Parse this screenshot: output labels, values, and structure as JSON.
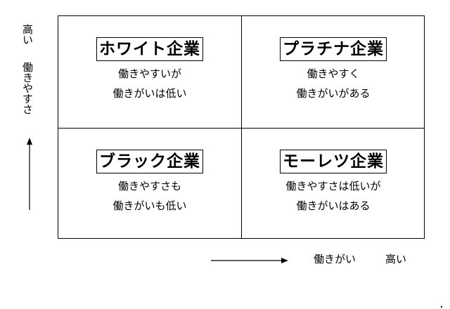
{
  "quadrants": {
    "top_left": {
      "title": "ホワイト企業",
      "line1": "働きやすいが",
      "line2": "働きがいは低い"
    },
    "top_right": {
      "title": "プラチナ企業",
      "line1": "働きやすく",
      "line2": "働きがいがある"
    },
    "bottom_left": {
      "title": "ブラック企業",
      "line1": "働きやすさも",
      "line2": "働きがいも低い"
    },
    "bottom_right": {
      "title": "モーレツ企業",
      "line1": "働きやすさは低いが",
      "line2": "働きがいはある"
    }
  },
  "y_axis": {
    "high": "高い",
    "label": "働きやすさ"
  },
  "x_axis": {
    "label": "働きがい",
    "high": "高い"
  }
}
